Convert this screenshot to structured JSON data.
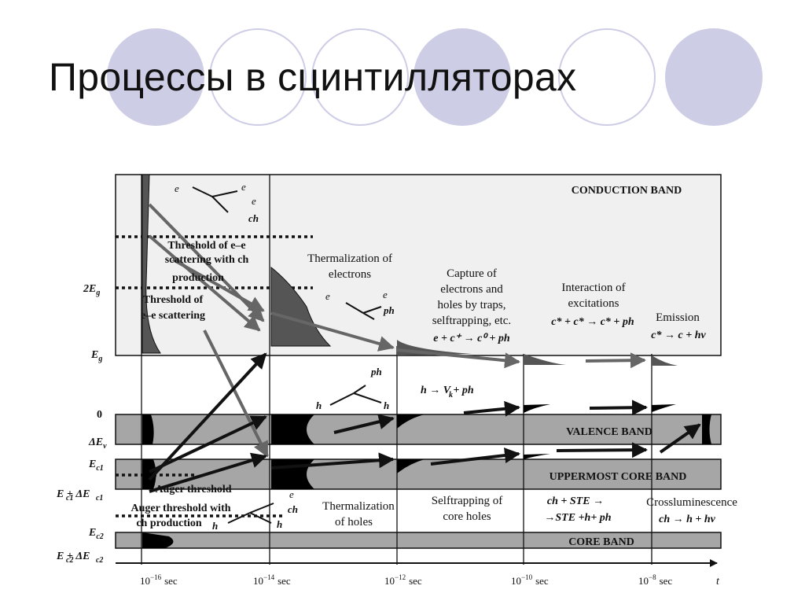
{
  "slide": {
    "title": "Процессы в сцинтилляторах"
  },
  "diagram": {
    "bands": {
      "conduction": "CONDUCTION BAND",
      "valence": "VALENCE BAND",
      "uppermost_core": "UPPERMOST CORE BAND",
      "core": "CORE BAND"
    },
    "energy_levels": [
      "2E",
      "E",
      "0",
      "ΔE",
      "E",
      "E + ΔE",
      "E",
      "E + ΔE"
    ],
    "level_subscripts": [
      "g",
      "g",
      "",
      "v",
      "c1",
      "c1 c1",
      "c2",
      "c2 c2"
    ],
    "time_axis": {
      "ticks": [
        "10",
        "10",
        "10",
        "10",
        "10"
      ],
      "exponents": [
        "−16",
        "−14",
        "−12",
        "−10",
        "−8"
      ],
      "unit": "sec",
      "axis_label": "t"
    },
    "thresholds": {
      "ee_ch_line1": "Threshold of e–e",
      "ee_ch_line2": "scattering with ch",
      "ee_ch_line3": "production",
      "ee_line1": "Threshold of",
      "ee_line2": "e–e scattering",
      "auger": "Auger threshold",
      "auger_ch_line1": "Auger threshold with",
      "auger_ch_line2": "ch production"
    },
    "stages": {
      "therm_electrons_line1": "Thermalization of",
      "therm_electrons_line2": "electrons",
      "capture_line1": "Capture of",
      "capture_line2": "electrons and",
      "capture_line3": "holes by traps,",
      "capture_line4": "selftrapping, etc.",
      "capture_formula": "e + c⁺ → c⁰ + ph",
      "interaction_line1": "Interaction of",
      "interaction_line2": "excitations",
      "interaction_formula": "c* + c* → c* + ph",
      "emission_line1": "Emission",
      "emission_formula": "c* → c + hν",
      "therm_holes_line1": "Thermalization",
      "therm_holes_line2": "of holes",
      "selftrap_line1": "Selftrapping of",
      "selftrap_line2": "core holes",
      "ste_line1": "ch + STE →",
      "ste_line2": "→STE +h+ ph",
      "cross_line1": "Crossluminescence",
      "cross_line2": "ch → h + hν",
      "vk_formula": "h → V + ph",
      "vk_subscript": "k"
    },
    "particles": {
      "e": "e",
      "ch": "ch",
      "ph": "ph",
      "h": "h"
    }
  }
}
